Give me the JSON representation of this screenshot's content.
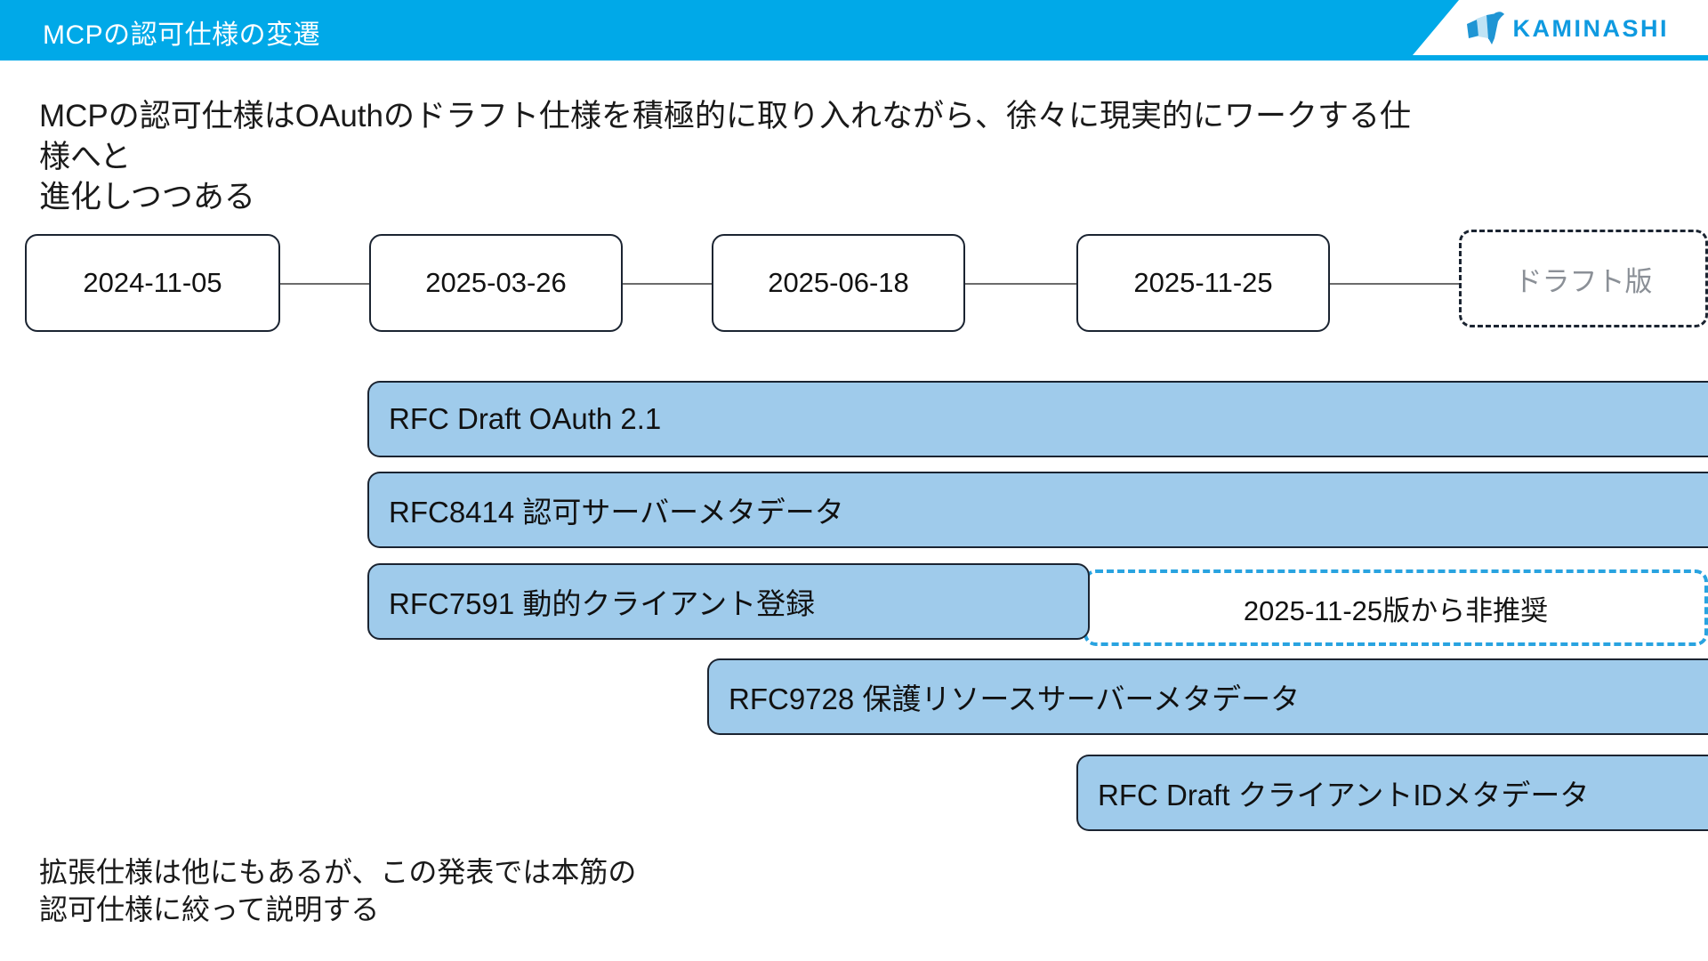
{
  "header": {
    "title": "MCPの認可仕様の変遷",
    "brand_name": "KAMINASHI",
    "logo_icon": "goat-head-icon",
    "band_color": "#00a9e8",
    "brand_text_color": "#0f9ae0"
  },
  "subtitle": {
    "line1": "MCPの認可仕様はOAuthのドラフト仕様を積極的に取り入れながら、徐々に現実的にワークする仕様へと",
    "line2": "進化しつつある"
  },
  "timeline": {
    "milestones": [
      {
        "label": "2024-11-05",
        "style": "solid"
      },
      {
        "label": "2025-03-26",
        "style": "solid"
      },
      {
        "label": "2025-06-18",
        "style": "solid"
      },
      {
        "label": "2025-11-25",
        "style": "solid"
      },
      {
        "label": "ドラフト版",
        "style": "dashed"
      }
    ]
  },
  "spec_bars": [
    {
      "label": "RFC Draft OAuth 2.1",
      "start_milestone": "2025-03-26",
      "fill": "#9fcbeb"
    },
    {
      "label": "RFC8414 認可サーバーメタデータ",
      "start_milestone": "2025-03-26",
      "fill": "#9fcbeb"
    },
    {
      "label": "RFC7591 動的クライアント登録",
      "start_milestone": "2025-03-26",
      "fill": "#9fcbeb"
    },
    {
      "label": "RFC9728 保護リソースサーバーメタデータ",
      "start_milestone": "2025-06-18",
      "fill": "#9fcbeb"
    },
    {
      "label": "RFC Draft クライアントIDメタデータ",
      "start_milestone": "2025-11-25",
      "fill": "#9fcbeb"
    }
  ],
  "annotation": {
    "label": "2025-11-25版から非推奨",
    "border_color": "#29a3e0"
  },
  "footnote": {
    "line1": "拡張仕様は他にもあるが、この発表では本筋の",
    "line2": "認可仕様に絞って説明する"
  }
}
